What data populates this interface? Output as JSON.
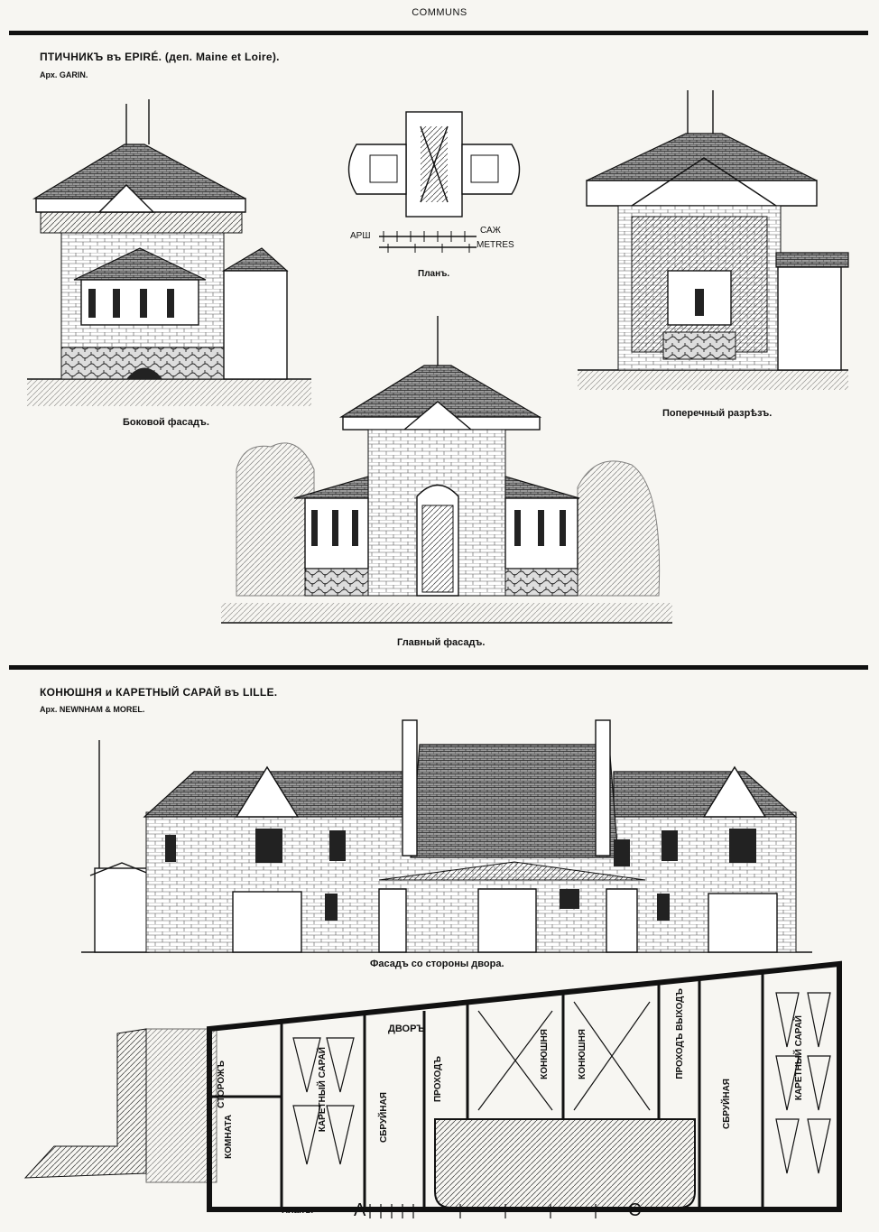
{
  "header": {
    "title": "COMMUNS"
  },
  "section1": {
    "title": "ПТИЧНИКЪ въ EPIRÉ. (деп. Maine et Loire).",
    "architect": "Арх. GARIN.",
    "captions": {
      "side_facade": "Боковой фасадъ.",
      "plan": "Планъ.",
      "cross_section": "Поперечный разрѣзъ.",
      "main_facade": "Главный фасадъ."
    },
    "scale": {
      "left": "АРШ",
      "right_top": "САЖ",
      "right_bottom": "METRES"
    }
  },
  "section2": {
    "title": "КОНЮШНЯ и КАРЕТНЫЙ САРАЙ въ LILLE.",
    "architect": "Арх. NEWNHAM & MOREL.",
    "captions": {
      "courtyard_facade": "Фасадъ со стороны двора.",
      "plan": "Планъ."
    },
    "plan_labels": {
      "yard": "ДВОРЪ",
      "watchman": "СТОРОЖЪ",
      "room": "КОМНАТА",
      "coach_shed_1": "КАРЕТНЫЙ САРАЙ",
      "harness_1": "СБРУЙНАЯ",
      "passage_1": "ПРОХОДЪ",
      "stable_1": "КОНЮШНЯ",
      "stable_2": "КОНЮШНЯ",
      "passage_exit": "ПРОХОДЪ ВЫХОДЪ",
      "harness_2": "СБРУЙНАЯ",
      "coach_shed_2": "КАРЕТНЫЙ САРАЙ"
    },
    "scale": {
      "left": "А",
      "right": "С"
    }
  }
}
